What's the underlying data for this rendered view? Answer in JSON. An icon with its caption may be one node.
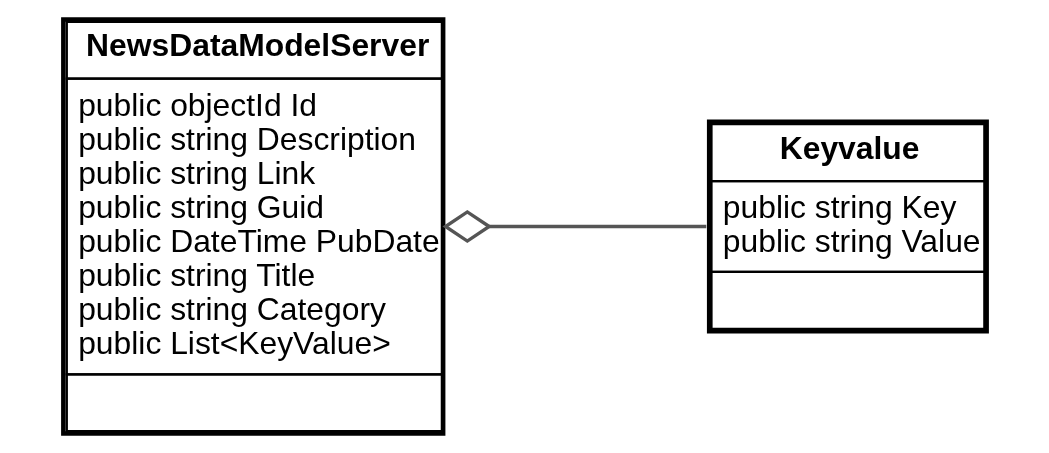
{
  "diagram": {
    "nodes": [
      {
        "text": [
          "NewsDataModelServer",
          "public objectId Id",
          "public string Description",
          "public string Link",
          "public string Guid",
          "public DateTime PubDate",
          "public string Title",
          "public string Category",
          "public List<KeyValue>"
        ]
      },
      {
        "text": [
          "Keyvalue",
          "public string Key",
          "public string Value"
        ]
      }
    ],
    "edges": [
      {
        "from": 0,
        "to": 1,
        "arrow": "other"
      }
    ]
  }
}
